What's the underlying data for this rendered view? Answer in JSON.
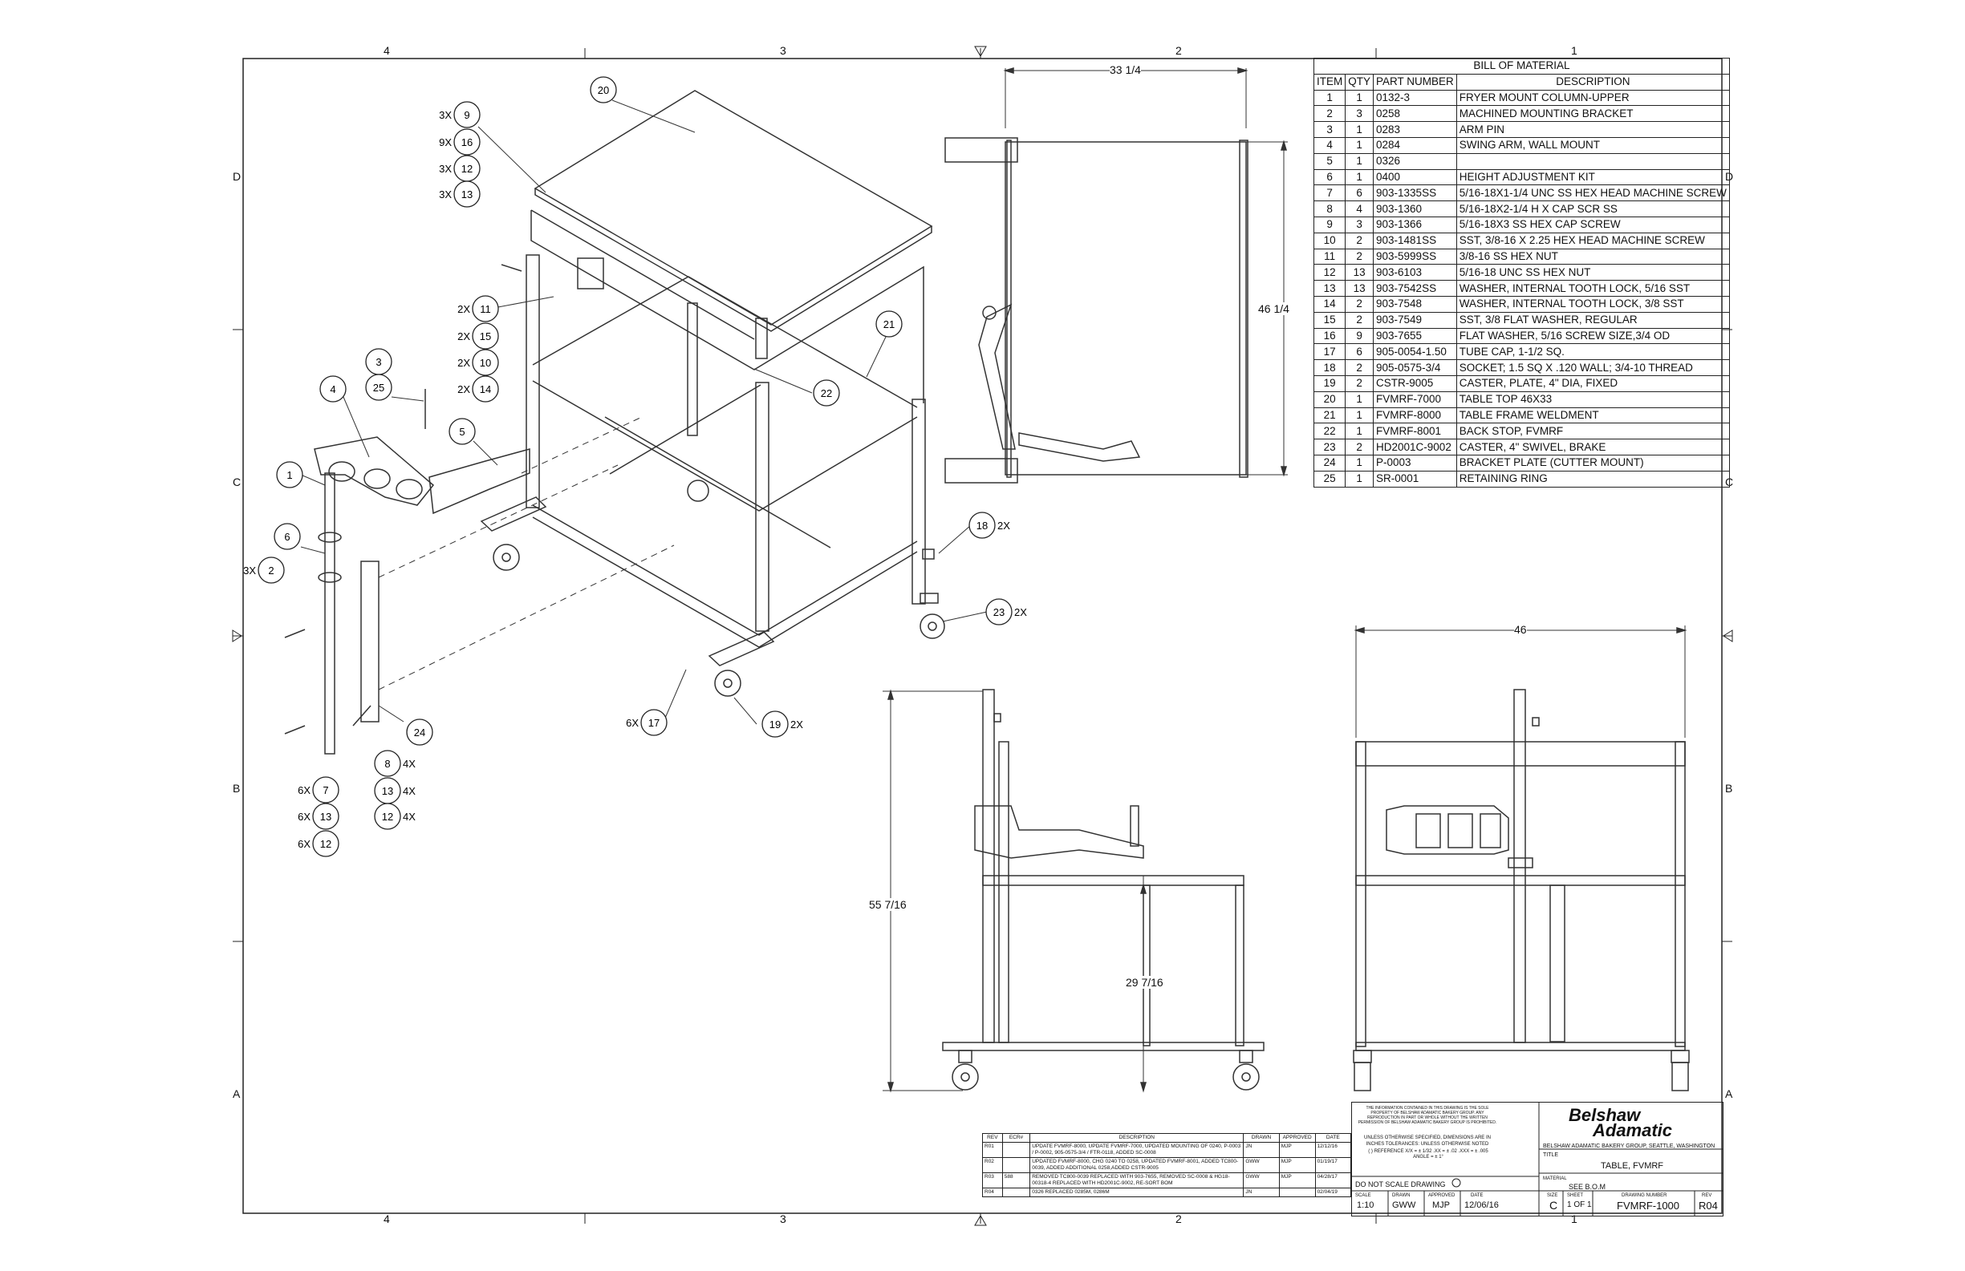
{
  "zones": {
    "top": [
      "4",
      "3",
      "2",
      "1"
    ],
    "bottom": [
      "4",
      "3",
      "2",
      "1"
    ],
    "left": [
      "D",
      "C",
      "B",
      "A"
    ],
    "right": [
      "D",
      "C",
      "B",
      "A"
    ]
  },
  "bom": {
    "title": "BILL OF MATERIAL",
    "headers": [
      "ITEM",
      "QTY",
      "PART NUMBER",
      "DESCRIPTION"
    ],
    "rows": [
      [
        "1",
        "1",
        "0132-3",
        "FRYER MOUNT COLUMN-UPPER"
      ],
      [
        "2",
        "3",
        "0258",
        "MACHINED MOUNTING BRACKET"
      ],
      [
        "3",
        "1",
        "0283",
        "ARM PIN"
      ],
      [
        "4",
        "1",
        "0284",
        "SWING ARM, WALL MOUNT"
      ],
      [
        "5",
        "1",
        "0326",
        ""
      ],
      [
        "6",
        "1",
        "0400",
        "HEIGHT ADJUSTMENT KIT"
      ],
      [
        "7",
        "6",
        "903-1335SS",
        "5/16-18X1-1/4 UNC SS HEX HEAD MACHINE SCREW"
      ],
      [
        "8",
        "4",
        "903-1360",
        "5/16-18X2-1/4 H X CAP SCR SS"
      ],
      [
        "9",
        "3",
        "903-1366",
        "5/16-18X3 SS HEX CAP SCREW"
      ],
      [
        "10",
        "2",
        "903-1481SS",
        "SST, 3/8-16 X 2.25 HEX HEAD MACHINE SCREW"
      ],
      [
        "11",
        "2",
        "903-5999SS",
        "3/8-16 SS HEX NUT"
      ],
      [
        "12",
        "13",
        "903-6103",
        "5/16-18 UNC SS HEX NUT"
      ],
      [
        "13",
        "13",
        "903-7542SS",
        "WASHER, INTERNAL TOOTH LOCK, 5/16 SST"
      ],
      [
        "14",
        "2",
        "903-7548",
        "WASHER, INTERNAL TOOTH LOCK, 3/8 SST"
      ],
      [
        "15",
        "2",
        "903-7549",
        "SST, 3/8 FLAT WASHER, REGULAR"
      ],
      [
        "16",
        "9",
        "903-7655",
        "FLAT WASHER, 5/16 SCREW SIZE,3/4 OD"
      ],
      [
        "17",
        "6",
        "905-0054-1.50",
        "TUBE CAP, 1-1/2 SQ."
      ],
      [
        "18",
        "2",
        "905-0575-3/4",
        "SOCKET; 1.5 SQ X .120 WALL; 3/4-10 THREAD"
      ],
      [
        "19",
        "2",
        "CSTR-9005",
        "CASTER, PLATE, 4\" DIA, FIXED"
      ],
      [
        "20",
        "1",
        "FVMRF-7000",
        "TABLE TOP 46X33"
      ],
      [
        "21",
        "1",
        "FVMRF-8000",
        "TABLE FRAME WELDMENT"
      ],
      [
        "22",
        "1",
        "FVMRF-8001",
        "BACK STOP, FVMRF"
      ],
      [
        "23",
        "2",
        "HD2001C-9002",
        "CASTER, 4\" SWIVEL, BRAKE"
      ],
      [
        "24",
        "1",
        "P-0003",
        "BRACKET PLATE (CUTTER MOUNT)"
      ],
      [
        "25",
        "1",
        "SR-0001",
        "RETAINING RING"
      ]
    ]
  },
  "callouts": [
    {
      "n": "20",
      "qty": ""
    },
    {
      "n": "9",
      "qty": "3X"
    },
    {
      "n": "16",
      "qty": "9X"
    },
    {
      "n": "12",
      "qty": "3X"
    },
    {
      "n": "13",
      "qty": "3X"
    },
    {
      "n": "21",
      "qty": ""
    },
    {
      "n": "11",
      "qty": "2X"
    },
    {
      "n": "15",
      "qty": "2X"
    },
    {
      "n": "10",
      "qty": "2X"
    },
    {
      "n": "14",
      "qty": "2X"
    },
    {
      "n": "3",
      "qty": ""
    },
    {
      "n": "25",
      "qty": ""
    },
    {
      "n": "4",
      "qty": ""
    },
    {
      "n": "22",
      "qty": ""
    },
    {
      "n": "5",
      "qty": ""
    },
    {
      "n": "1",
      "qty": ""
    },
    {
      "n": "6",
      "qty": ""
    },
    {
      "n": "2",
      "qty": "3X"
    },
    {
      "n": "18",
      "qty": "2X"
    },
    {
      "n": "23",
      "qty": "2X"
    },
    {
      "n": "24",
      "qty": ""
    },
    {
      "n": "17",
      "qty": "6X"
    },
    {
      "n": "19",
      "qty": "2X"
    },
    {
      "n": "8",
      "qty": "4X"
    },
    {
      "n": "7",
      "qty": "6X"
    },
    {
      "n": "13",
      "qty": "4X"
    },
    {
      "n": "13",
      "qty": "6X"
    },
    {
      "n": "12",
      "qty": "4X"
    },
    {
      "n": "12",
      "qty": "6X"
    }
  ],
  "dims": {
    "top_width": "33 1/4",
    "top_height": "46 1/4",
    "front_width": "46",
    "side_height": "55 7/16",
    "table_height": "29 7/16"
  },
  "revisions": [
    [
      "REV",
      "ECR#",
      "DESCRIPTION",
      "DRAWN",
      "APPROVED",
      "DATE"
    ],
    [
      "R01",
      "",
      "UPDATE FVMRF-8000, UPDATE FVMRF-7000, UPDATED MOUNTING OF 0240, P-0003 / P-0002, 905-0575-3/4 / FTR-0118, ADDED SC-0008",
      "JN",
      "MJP",
      "12/12/16"
    ],
    [
      "R02",
      "",
      "UPDATED FVMRF-8000, CHG 0240 TO 0258, UPDATED FVMRF-8001, ADDED TC800-0039, ADDED ADDITIONAL 0258,ADDED CSTR-9005",
      "GWW",
      "MJP",
      "01/19/17"
    ],
    [
      "R03",
      "588",
      "REMOVED TC800-0039 REPLACED WITH 903-7655, REMOVED SC-0008 & HG18-00318-4 REPLACED WITH HD2001C-9002, RE-SORT BOM",
      "GWW",
      "MJP",
      "04/28/17"
    ],
    [
      "R04",
      "",
      "0326 REPLACED 0285M, 0286M",
      "JN",
      "",
      "02/04/19"
    ]
  ],
  "titleblock": {
    "notice": "THE INFORMATION CONTAINED IN THIS DRAWING IS THE SOLE PROPERTY OF BELSHAW ADAMATIC BAKERY GROUP. ANY REPRODUCTION IN PART OR WHOLE WITHOUT THE WRITTEN PERMISSION OF BELSHAW ADAMATIC BAKERY GROUP IS PROHIBITED.",
    "tolerances": "UNLESS OTHERWISE SPECIFIED, DIMENSIONS ARE IN INCHES TOLERANCES: UNLESS OTHERWISE NOTED",
    "tol_lines": "( ) REFERENCE  X/X = ± 1/32  .XX = ± .02  .XXX = ± .005  ANGLE = ± 1°",
    "no_scale": "DO NOT SCALE DRAWING",
    "brand1": "Belshaw",
    "brand2": "Adamatic",
    "company": "BELSHAW ADAMATIC BAKERY GROUP, SEATTLE, WASHINGTON",
    "title_label": "TITLE",
    "title": "TABLE, FVMRF",
    "material_label": "MATERIAL",
    "material": "SEE B.O.M",
    "scale_label": "SCALE",
    "scale": "1:10",
    "drawn_label": "DRAWN",
    "drawn": "GWW",
    "approved_label": "APPROVED",
    "approved": "MJP",
    "date_label": "DATE",
    "date": "12/06/16",
    "size_label": "SIZE",
    "size": "C",
    "sheet_label": "SHEET",
    "sheet": "1 OF 1",
    "dwg_label": "DRAWING NUMBER",
    "dwg": "FVMRF-1000",
    "rev_label": "REV",
    "rev": "R04"
  }
}
